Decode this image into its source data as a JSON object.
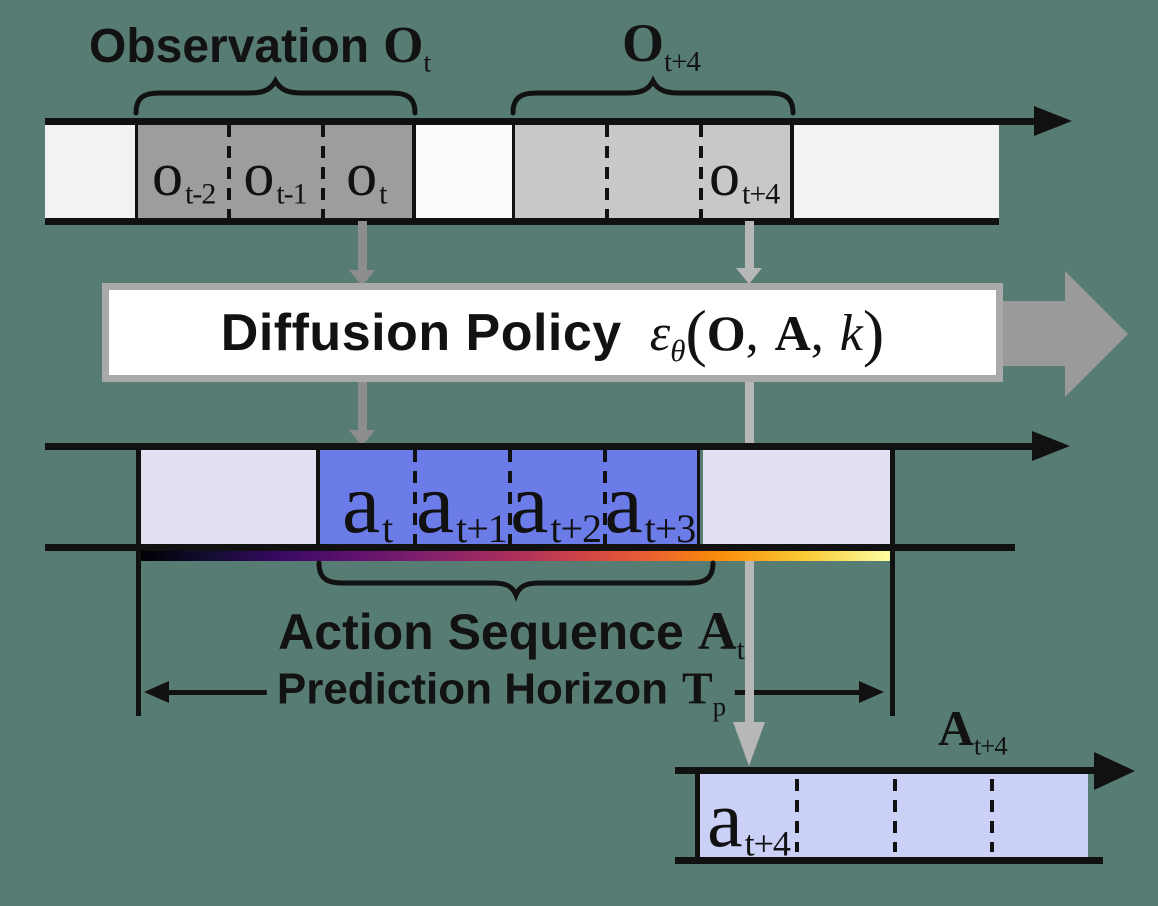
{
  "top_timeline": {
    "observation_label": {
      "prefix": "Observation",
      "symbol": "O",
      "sub": "t"
    },
    "future_observation_label": {
      "symbol": "O",
      "sub": "t+4"
    },
    "obs_cells": [
      {
        "base": "o",
        "sub": "t-2"
      },
      {
        "base": "o",
        "sub": "t-1"
      },
      {
        "base": "o",
        "sub": "t"
      }
    ],
    "future_cells": [
      {
        "base": "o",
        "sub": "t+4"
      }
    ]
  },
  "policy_box": {
    "title": "Diffusion Policy",
    "formula": {
      "epsilon": "ε",
      "theta": "θ",
      "open": "(",
      "arg1": "O",
      "comma1": ",",
      "arg2": "A",
      "comma2": ",",
      "arg3": "k",
      "close": ")"
    }
  },
  "action_timeline": {
    "cells": [
      {
        "base": "a",
        "sub": "t"
      },
      {
        "base": "a",
        "sub": "t+1"
      },
      {
        "base": "a",
        "sub": "t+2"
      },
      {
        "base": "a",
        "sub": "t+3"
      }
    ],
    "sequence_label": {
      "prefix": "Action Sequence",
      "symbol": "A",
      "sub": "t"
    },
    "horizon_label": {
      "prefix": "Prediction Horizon",
      "symbol": "T",
      "sub": "p"
    }
  },
  "future_action_timeline": {
    "label": {
      "symbol": "A",
      "sub": "t+4"
    },
    "cells": [
      {
        "base": "a",
        "sub": "t+4"
      },
      {
        "base": "",
        "sub": ""
      },
      {
        "base": "",
        "sub": ""
      },
      {
        "base": "",
        "sub": ""
      }
    ]
  },
  "colors": {
    "background": "#577c73",
    "observation_block": "#9d9d9d",
    "future_observation_block": "#c8c8c8",
    "action_block": "#6b7ce8",
    "horizon_padding_block": "#e2dff0",
    "future_action_block": "#cbd1f6",
    "policy_output_arrow": "#9a9a9a",
    "conditioning_arrow": "#8d8d8d",
    "future_conditioning_arrow": "#b7b7b7",
    "line": "#111111",
    "denoising_gradient": [
      "#000004",
      "#120d31",
      "#390963",
      "#61136e",
      "#85216b",
      "#a92e5e",
      "#cc4248",
      "#e85d33",
      "#f98c0a",
      "#f9c932",
      "#fcffa4"
    ]
  }
}
